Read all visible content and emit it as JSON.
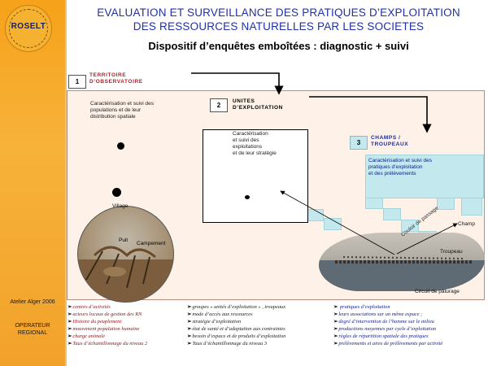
{
  "logo": {
    "text": "ROSELT"
  },
  "title": {
    "line1": "EVALUATION ET SURVEILLANCE DES PRATIQUES D’EXPLOITATION",
    "line2": "DES RESSOURCES NATURELLES PAR LES SOCIETES",
    "subtitle": "Dispositif d’enquêtes emboîtées : diagnostic + suivi"
  },
  "sidebar": {
    "atelier": "Atelier Alger 2006",
    "operateur_line1": "OPERATEUR",
    "operateur_line2": "REGIONAL"
  },
  "steps": {
    "s1": {
      "num": "1",
      "label": "TERRITOIRE\nD’OBSERVATOIRE",
      "desc": [
        "Caractérisation  et suivi des",
        "populations et de leur",
        "distribution spatiale"
      ]
    },
    "s2": {
      "num": "2",
      "label": "UNITES\nD’EXPLOITATION",
      "desc": [
        "Caractérisation",
        "et suivi des",
        "exploitations",
        "et de leur stratégie"
      ]
    },
    "s3": {
      "num": "3",
      "label": "CHAMPS /\nTROUPEAUX",
      "desc": [
        "Caractérisation  et suivi des",
        "pratiques d’exploitation",
        "et des prélèvements"
      ]
    }
  },
  "labels": {
    "village": "Village",
    "puit": "Puit",
    "campement": "Campement",
    "champ": "Champ",
    "troupeau": "Troupeau",
    "circuit": "Circuit de pâturage",
    "couloir": "Couloir de passage"
  },
  "lists": {
    "col1": [
      "centres d’activités",
      "acteurs locaux de gestion des RN",
      "Histoire du peuplement",
      "mouvement population humaine",
      "charge animale",
      "Taux d’échantillonnage du niveau 2"
    ],
    "col2": [
      "groupes « unités d’exploitation  » , troupeaux",
      "mode d’accès  aux ressources",
      "stratégie d’exploitation",
      "état de santé et d’adaptation  aux contraintes",
      "besoin d’espace  et de produits d’exploitation",
      "Taux d’échantillonnage du niveau 3"
    ],
    "col3": [
      "pratiques d’exploitation",
      "leurs associations  sur un même espace  ;",
      "degré d’intervention de l’homme  sur le milieu",
      "productions moyennes par cycle d’exploitation",
      "règles de répartition  spatiale des pratiques",
      "prélèvements et aires de prélèvements  par activité"
    ]
  },
  "colors": {
    "title": "#2030a8",
    "step_label": "#b0202a",
    "teal": "#c3e9ee",
    "sidebar": "#f6a21a"
  }
}
